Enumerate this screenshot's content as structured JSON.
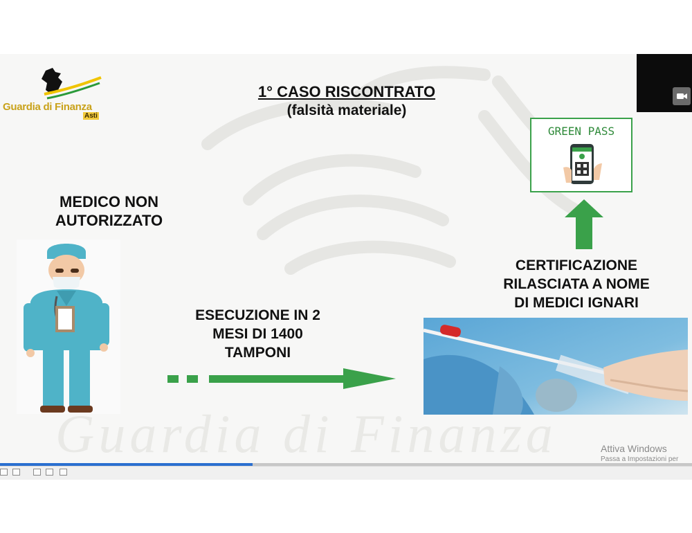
{
  "slide": {
    "logo": {
      "name": "Guardia di Finanza",
      "sub": "Asti"
    },
    "title": "1° CASO RISCONTRATO",
    "subtitle": "(falsità materiale)",
    "left_label": [
      "MEDICO NON",
      "AUTORIZZATO"
    ],
    "middle_label": [
      "ESECUZIONE IN 2",
      "MESI DI 1400",
      "TAMPONI"
    ],
    "right_label": [
      "CERTIFICAZIONE",
      "RILASCIATA A NOME",
      "DI MEDICI IGNARI"
    ],
    "green_pass_label": "GREEN PASS",
    "watermark_text": "Guardia di Finanza",
    "colors": {
      "accent_green": "#3aa14a",
      "logo_gold": "#c9a21a",
      "scrub_blue": "#4fb3c8"
    }
  },
  "windows_notice": {
    "title": "Attiva Windows",
    "subtitle": "Passa a Impostazioni per"
  },
  "player": {
    "progress_fraction": 0.365,
    "camera_icon": "video-camera-icon",
    "toolbar_icons": [
      "expand-icon",
      "thumbnails-icon",
      "window-icon",
      "screen-icon",
      "close-icon"
    ]
  }
}
